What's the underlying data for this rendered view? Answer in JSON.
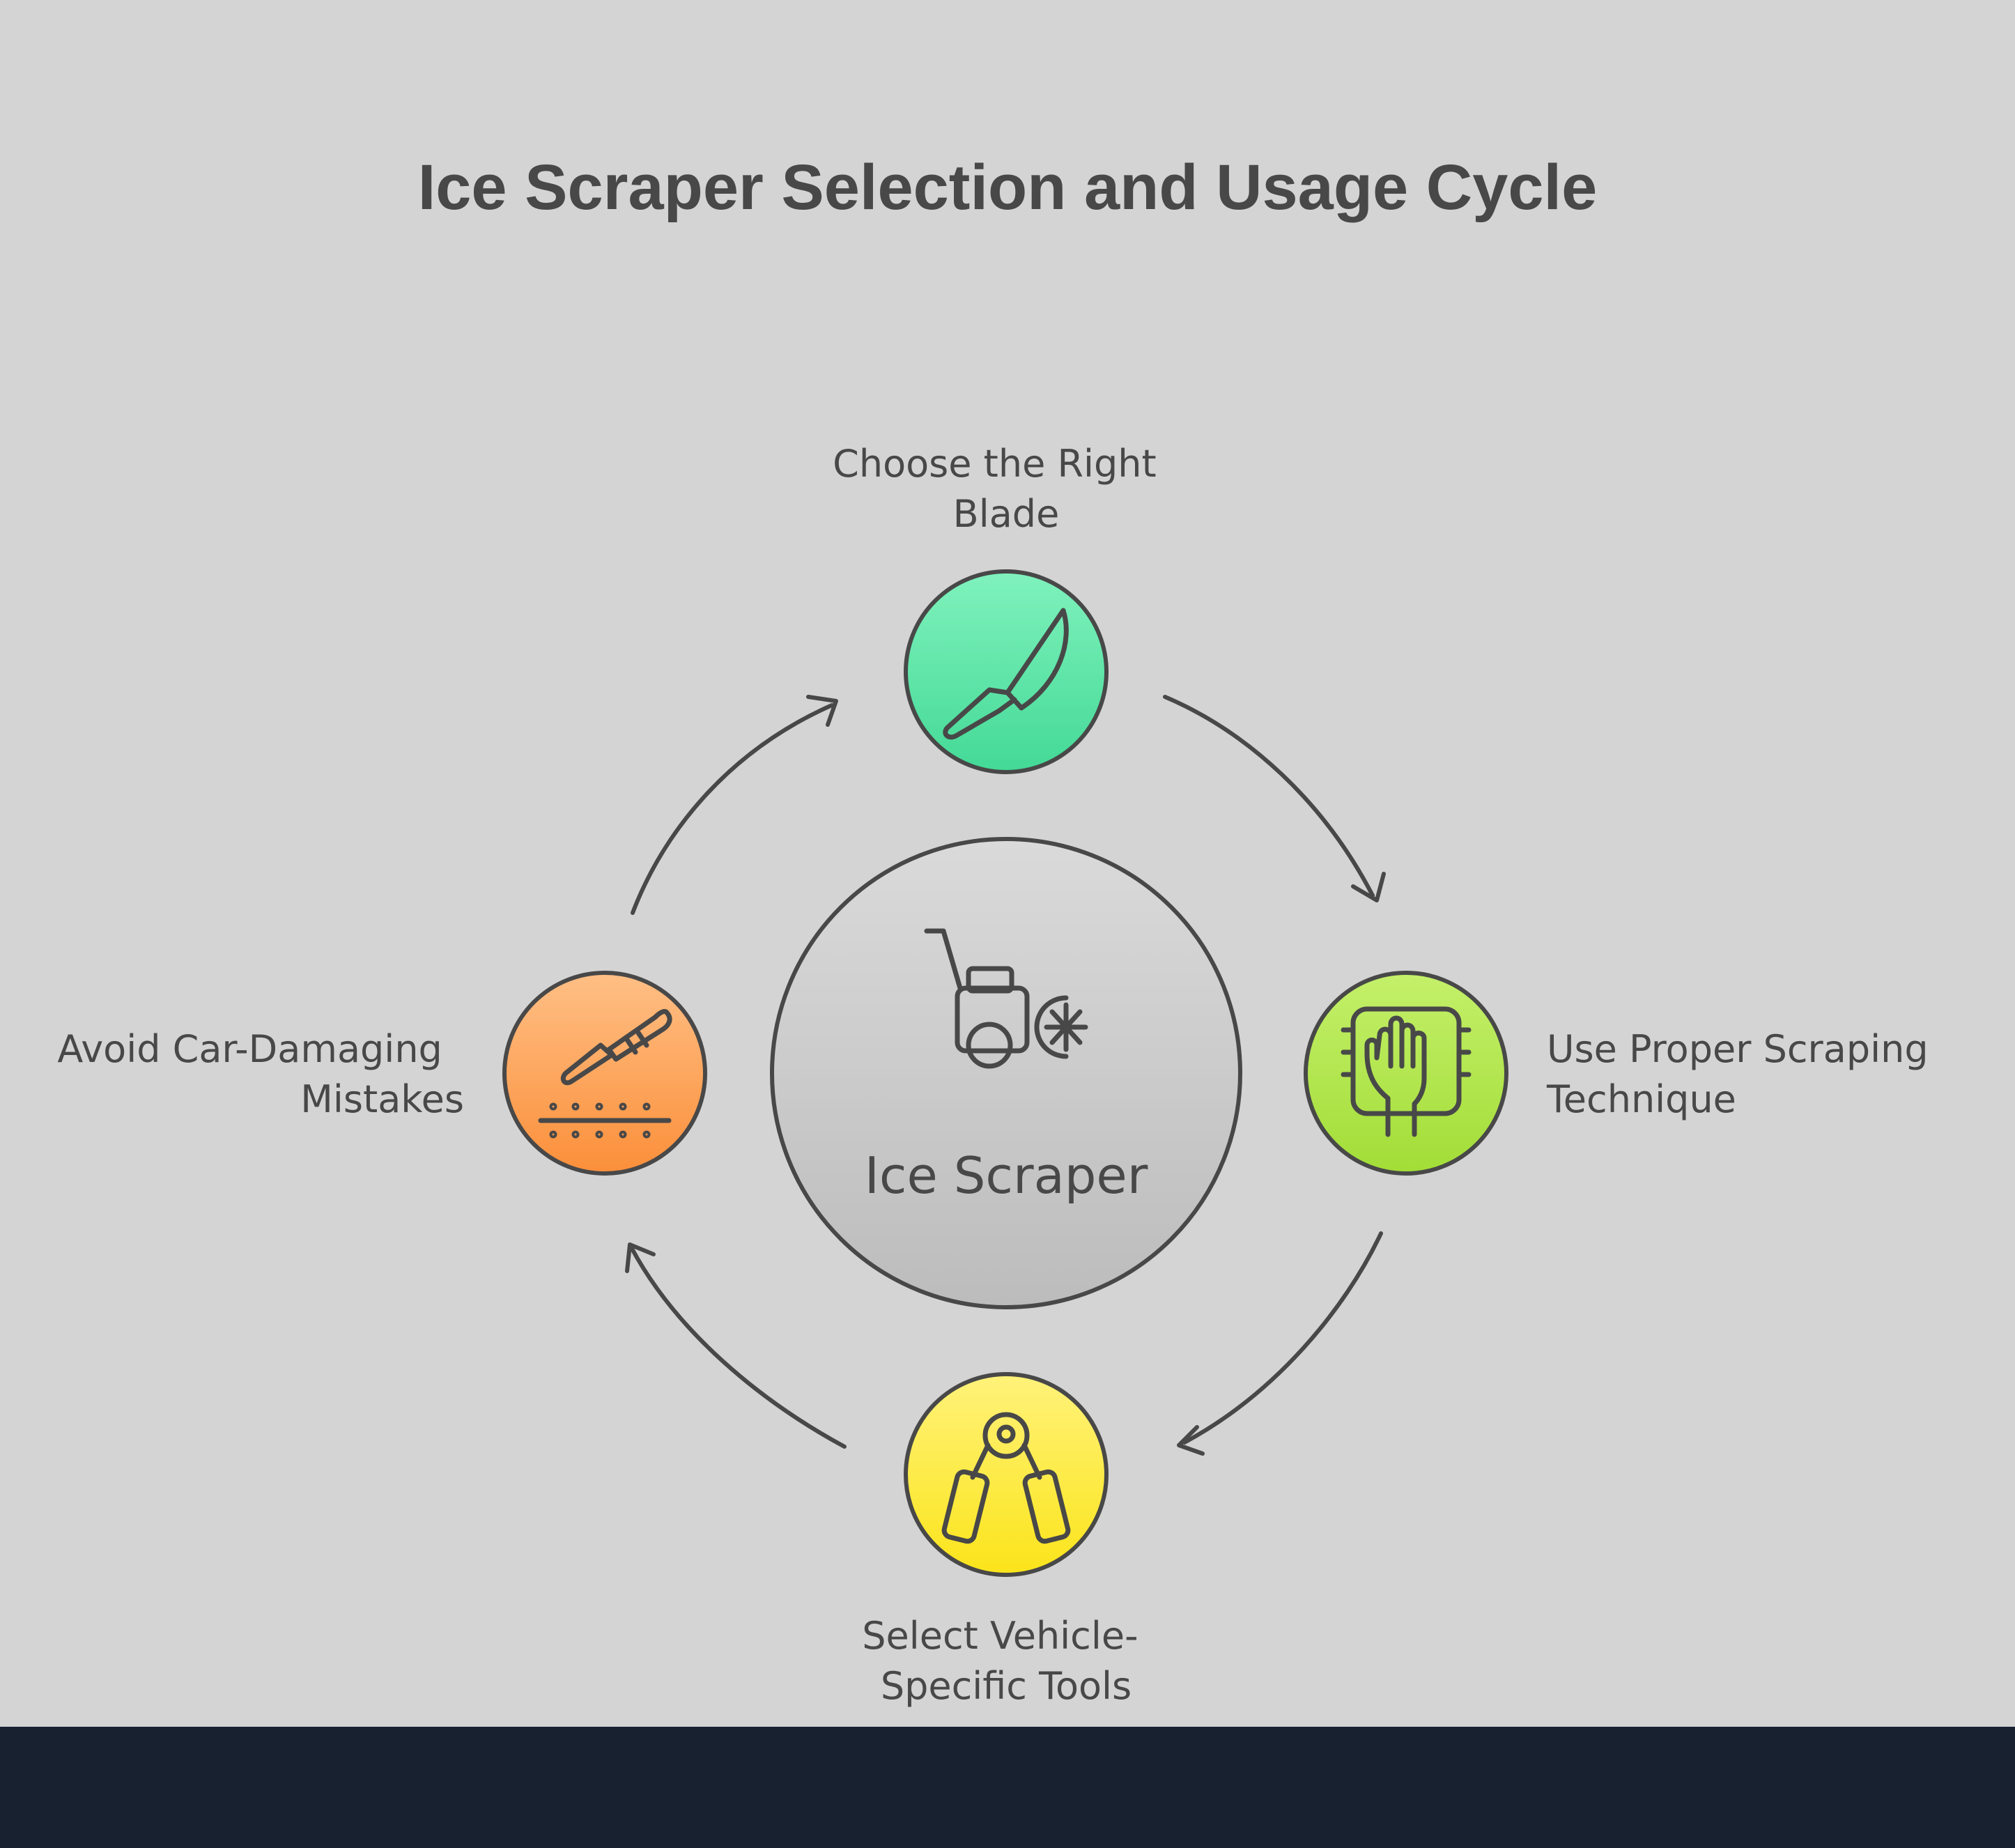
{
  "title": "Ice Scraper Selection and Usage Cycle",
  "center": {
    "label": "Ice Scraper",
    "icon": "snow-blower-icon"
  },
  "steps": [
    {
      "id": "choose-blade",
      "label_lines": [
        "Choose the Right",
        "Blade"
      ],
      "icon": "knife-icon",
      "color_top": "#80f2bd",
      "color_bottom": "#43d996"
    },
    {
      "id": "technique",
      "label_lines": [
        "Use Proper Scraping",
        "Technique"
      ],
      "icon": "hand-icon",
      "color_top": "#c4f06a",
      "color_bottom": "#a2dd37"
    },
    {
      "id": "vehicle-tools",
      "label_lines": [
        "Select Vehicle-",
        "Specific Tools"
      ],
      "icon": "hand-grip-icon",
      "color_top": "#fff27a",
      "color_bottom": "#fbe41a"
    },
    {
      "id": "avoid-mistakes",
      "label_lines": [
        "Avoid Car-Damaging",
        "Mistakes"
      ],
      "icon": "scraper-on-surface-icon",
      "color_top": "#ffbf85",
      "color_bottom": "#fb8f3a"
    }
  ],
  "colors": {
    "background": "#d4d4d4",
    "footer": "#182130",
    "text": "#484848",
    "center_top": "#dadada",
    "center_bottom": "#bcbcbc"
  }
}
